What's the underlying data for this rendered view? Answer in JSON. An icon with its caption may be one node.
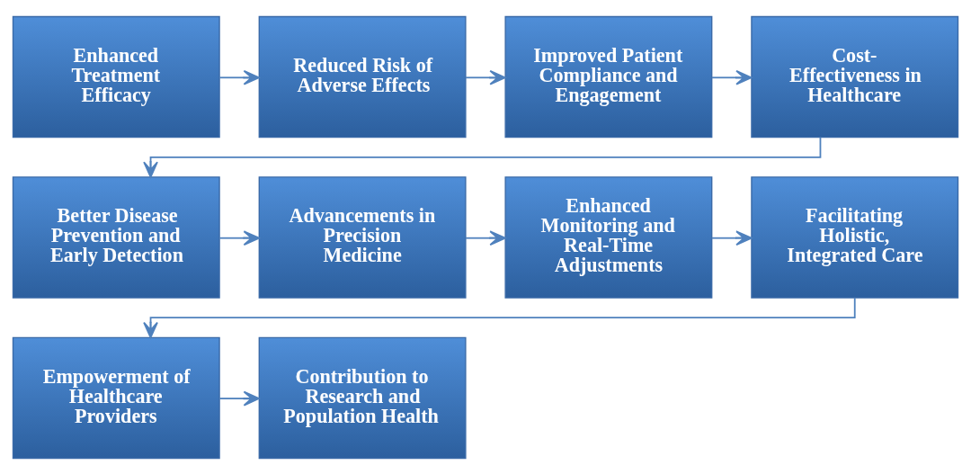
{
  "diagram": {
    "nodes": [
      {
        "text": [
          "Enhanced Treatment Efficacy"
        ]
      },
      {
        "text": [
          "Reduced Risk of Adverse Effects"
        ]
      },
      {
        "text": [
          "Improved Patient Compliance and Engagement"
        ]
      },
      {
        "text": [
          "Cost-Effectiveness in Healthcare"
        ]
      },
      {
        "text": [
          "Better Disease Prevention and Early Detection"
        ]
      },
      {
        "text": [
          "Advancements in Precision Medicine"
        ]
      },
      {
        "text": [
          "Enhanced Monitoring and Real-Time Adjustments"
        ]
      },
      {
        "text": [
          "Facilitating Holistic, Integrated Care"
        ]
      },
      {
        "text": [
          "Empowerment of Healthcare Providers"
        ]
      },
      {
        "text": [
          "Contribution to Research and Population Health"
        ]
      }
    ],
    "edges": [
      {
        "from": 0,
        "to": 1,
        "arrow": "to"
      },
      {
        "from": 1,
        "to": 2,
        "arrow": "to"
      },
      {
        "from": 2,
        "to": 3,
        "arrow": "to"
      },
      {
        "from": 3,
        "to": 4,
        "arrow": "to"
      },
      {
        "from": 4,
        "to": 5,
        "arrow": "to"
      },
      {
        "from": 5,
        "to": 6,
        "arrow": "to"
      },
      {
        "from": 6,
        "to": 7,
        "arrow": "to"
      },
      {
        "from": 7,
        "to": 8,
        "arrow": "to"
      },
      {
        "from": 8,
        "to": 9,
        "arrow": "to"
      }
    ]
  }
}
